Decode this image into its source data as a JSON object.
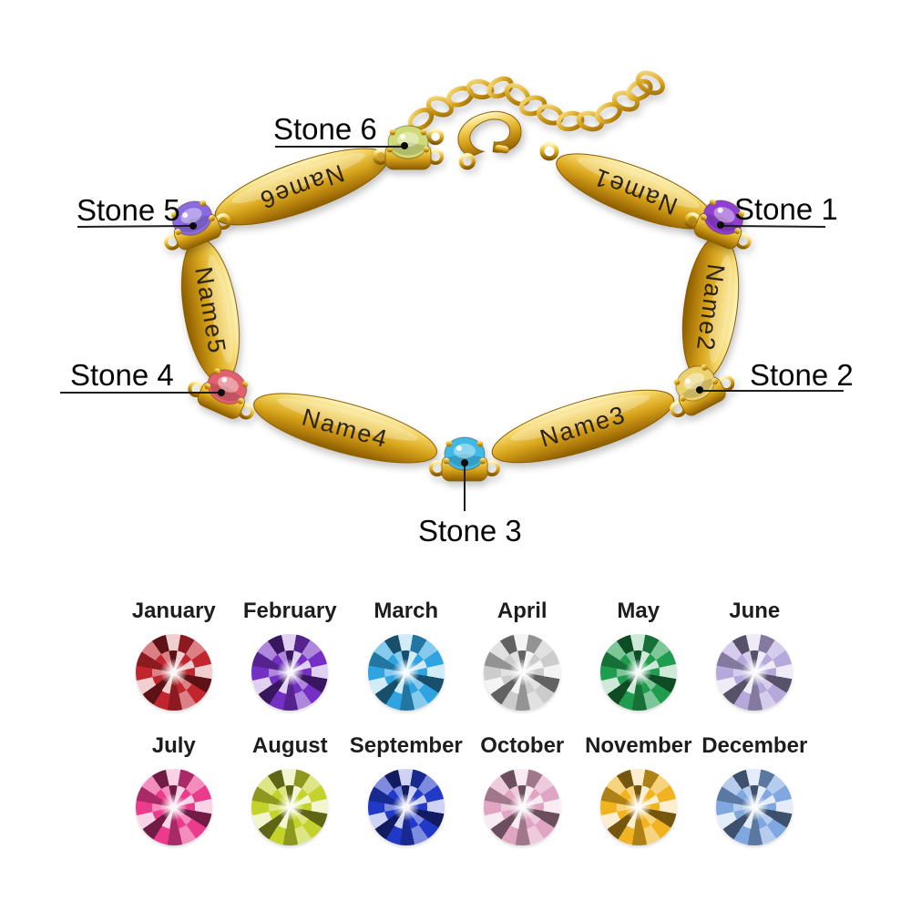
{
  "bracelet": {
    "engraved_names": [
      "Name1",
      "Name2",
      "Name3",
      "Name4",
      "Name5",
      "Name6"
    ],
    "stones": [
      {
        "label": "Stone 1",
        "color": "#8f3fd0"
      },
      {
        "label": "Stone 2",
        "color": "#ecd26e"
      },
      {
        "label": "Stone 3",
        "color": "#3fb9e6"
      },
      {
        "label": "Stone 4",
        "color": "#e0616e"
      },
      {
        "label": "Stone 5",
        "color": "#8a6ae0"
      },
      {
        "label": "Stone 6",
        "color": "#cfda78"
      }
    ]
  },
  "birthstones": {
    "months": [
      {
        "month": "January",
        "color": "#c1252e"
      },
      {
        "month": "February",
        "color": "#7430c4"
      },
      {
        "month": "March",
        "color": "#2fa4e1"
      },
      {
        "month": "April",
        "color": "#cccccc"
      },
      {
        "month": "May",
        "color": "#1f9c4d"
      },
      {
        "month": "June",
        "color": "#b7a8dc"
      },
      {
        "month": "July",
        "color": "#ea3b8d"
      },
      {
        "month": "August",
        "color": "#c4d32b"
      },
      {
        "month": "September",
        "color": "#2139c7"
      },
      {
        "month": "October",
        "color": "#e0a5c3"
      },
      {
        "month": "November",
        "color": "#f1b320"
      },
      {
        "month": "December",
        "color": "#7fa7e0"
      }
    ]
  }
}
